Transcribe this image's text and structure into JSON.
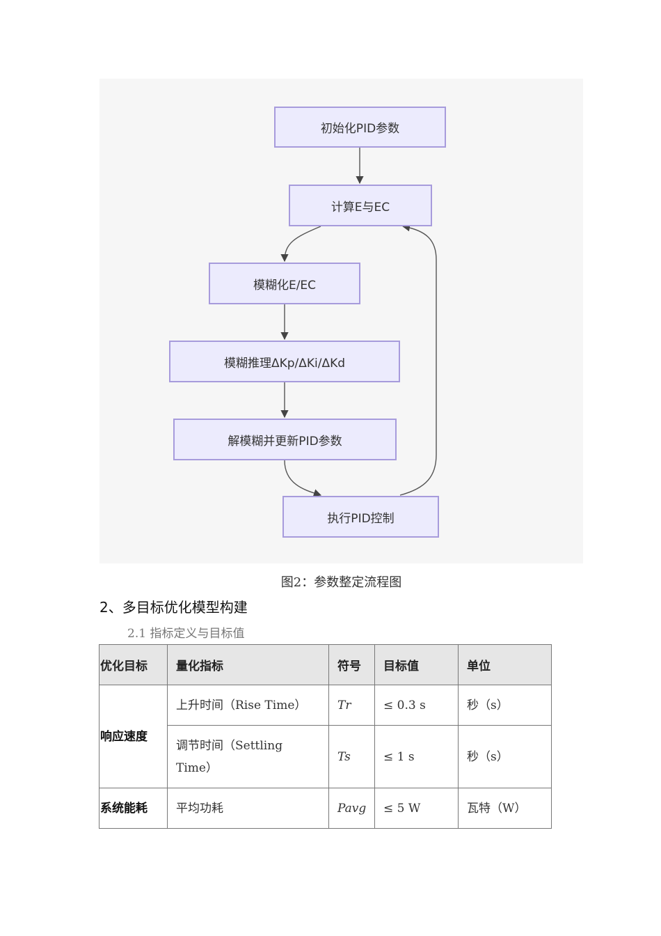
{
  "flowchart": {
    "nodes": [
      {
        "id": "init",
        "label": "初始化PID参数"
      },
      {
        "id": "calc",
        "label": "计算E与EC"
      },
      {
        "id": "fuzzify",
        "label": "模糊化E/EC"
      },
      {
        "id": "infer",
        "label": "模糊推理ΔKp/ΔKi/ΔKd"
      },
      {
        "id": "defuzz",
        "label": "解模糊并更新PID参数"
      },
      {
        "id": "exec",
        "label": "执行PID控制"
      }
    ],
    "edges": [
      [
        "init",
        "calc"
      ],
      [
        "calc",
        "fuzzify"
      ],
      [
        "fuzzify",
        "infer"
      ],
      [
        "infer",
        "defuzz"
      ],
      [
        "defuzz",
        "exec"
      ],
      [
        "exec",
        "calc"
      ]
    ],
    "colors": {
      "node_fill": "#ecebfd",
      "node_border": "#a79bdc",
      "edge": "#555555",
      "background": "#f6f6f6"
    }
  },
  "caption": "图2：参数整定流程图",
  "section_heading": "2、多目标优化模型构建",
  "subsection_heading": "2.1 指标定义与目标值",
  "table": {
    "headers": [
      "优化目标",
      "量化指标",
      "符号",
      "目标值",
      "单位"
    ],
    "groups": [
      {
        "goal": "响应速度",
        "rows": [
          {
            "metric": "上升时间（Rise Time）",
            "symbol": "Tr",
            "target": "≤ 0.3 s",
            "unit": "秒（s）"
          },
          {
            "metric": "调节时间（Settling Time）",
            "symbol": "Ts",
            "target": "≤ 1 s",
            "unit": "秒（s）"
          }
        ]
      },
      {
        "goal": "系统能耗",
        "rows": [
          {
            "metric": "平均功耗",
            "symbol": "Pavg",
            "target": "≤ 5 W",
            "unit": "瓦特（W）"
          }
        ]
      }
    ]
  }
}
